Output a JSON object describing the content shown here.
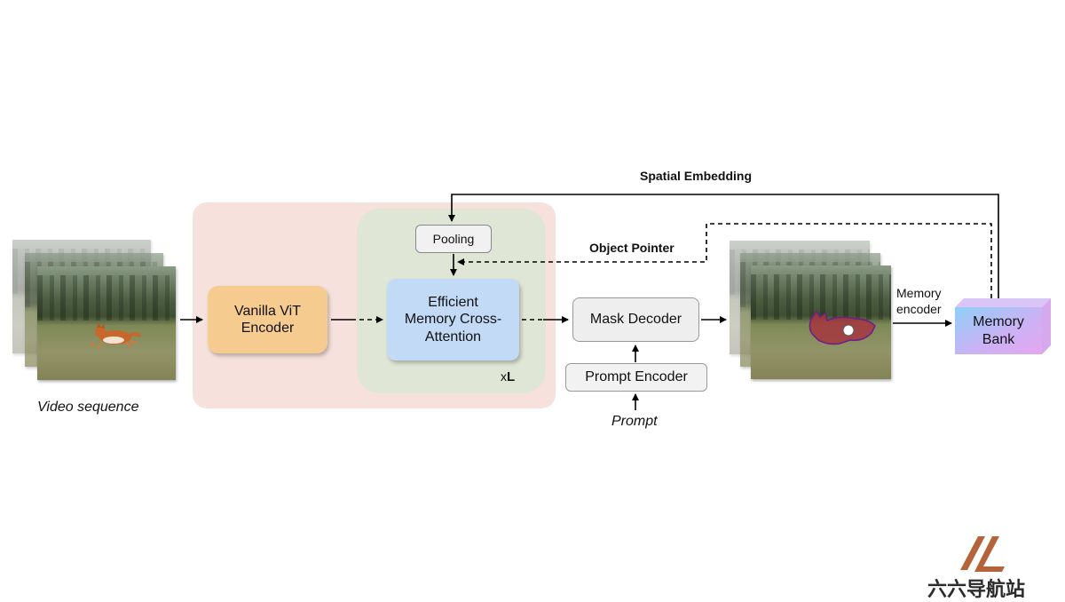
{
  "labels": {
    "video_sequence": "Video sequence",
    "vit": "Vanilla ViT\nEncoder",
    "pooling": "Pooling",
    "emca": "Efficient\nMemory Cross-\nAttention",
    "xl_prefix": "x",
    "xl_bold": "L",
    "mask_decoder": "Mask Decoder",
    "prompt_encoder": "Prompt Encoder",
    "prompt": "Prompt",
    "spatial_embedding": "Spatial Embedding",
    "object_pointer": "Object Pointer",
    "memory_encoder": "Memory\nencoder",
    "memory_bank": "Memory\nBank"
  },
  "watermark": {
    "text": "六六导航站"
  },
  "colors": {
    "encoder_fill": "#f6cb8f",
    "attention_fill": "#c2daf6",
    "pink_region": "#f6e1dd",
    "green_region": "#dfe6d6",
    "memory_bank_front": "#c9a6f3",
    "memory_bank_accent": "#8fd0f8",
    "watermark_accent": "#b5633a",
    "watermark_dark": "#2b2b2b"
  }
}
